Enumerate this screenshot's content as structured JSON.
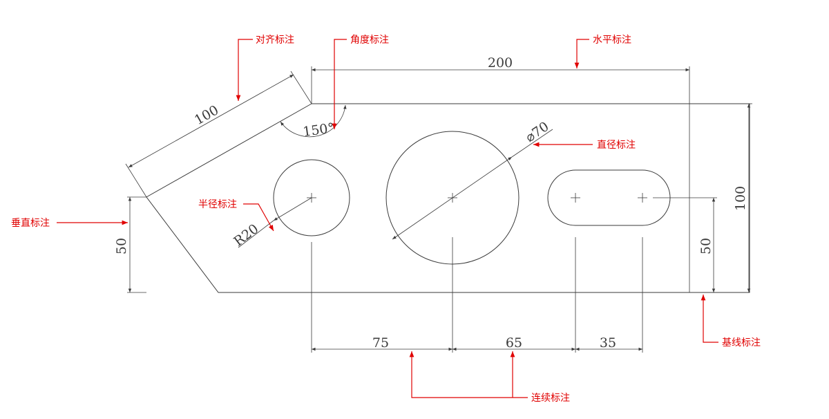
{
  "dimensions": {
    "horizontal_200": "200",
    "vertical_100": "100",
    "vertical_50_right": "50",
    "vertical_50_left": "50",
    "aligned_100": "100",
    "angle_150": "150°",
    "diameter_70": "⌀70",
    "radius_20": "R20",
    "chain_75": "75",
    "chain_65": "65",
    "chain_35": "35"
  },
  "annotations": {
    "aligned": "对齐标注",
    "angular": "角度标注",
    "horizontal": "水平标注",
    "diameter": "直径标注",
    "radius": "半径标注",
    "vertical": "垂直标注",
    "baseline": "基线标注",
    "continuous": "连续标注"
  },
  "colors": {
    "drawing_lines": "#3a3a3a",
    "annotation_red": "#e00000",
    "background": "#ffffff"
  }
}
